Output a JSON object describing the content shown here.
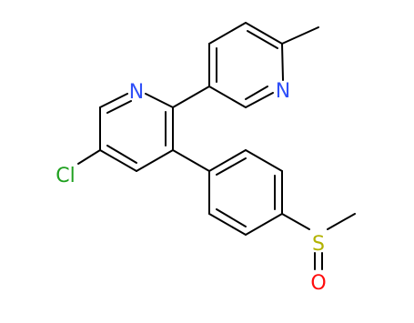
{
  "molecule": {
    "atom_labels": {
      "N1": "N",
      "N2": "N",
      "Cl": "Cl",
      "S": "S",
      "O": "O"
    }
  },
  "colors": {
    "bond": "#000000",
    "nitrogen": "#3050f8",
    "chlorine": "#1fa01f",
    "oxygen": "#ff0d0d",
    "sulfur": "#b2b200",
    "background": "#ffffff"
  }
}
